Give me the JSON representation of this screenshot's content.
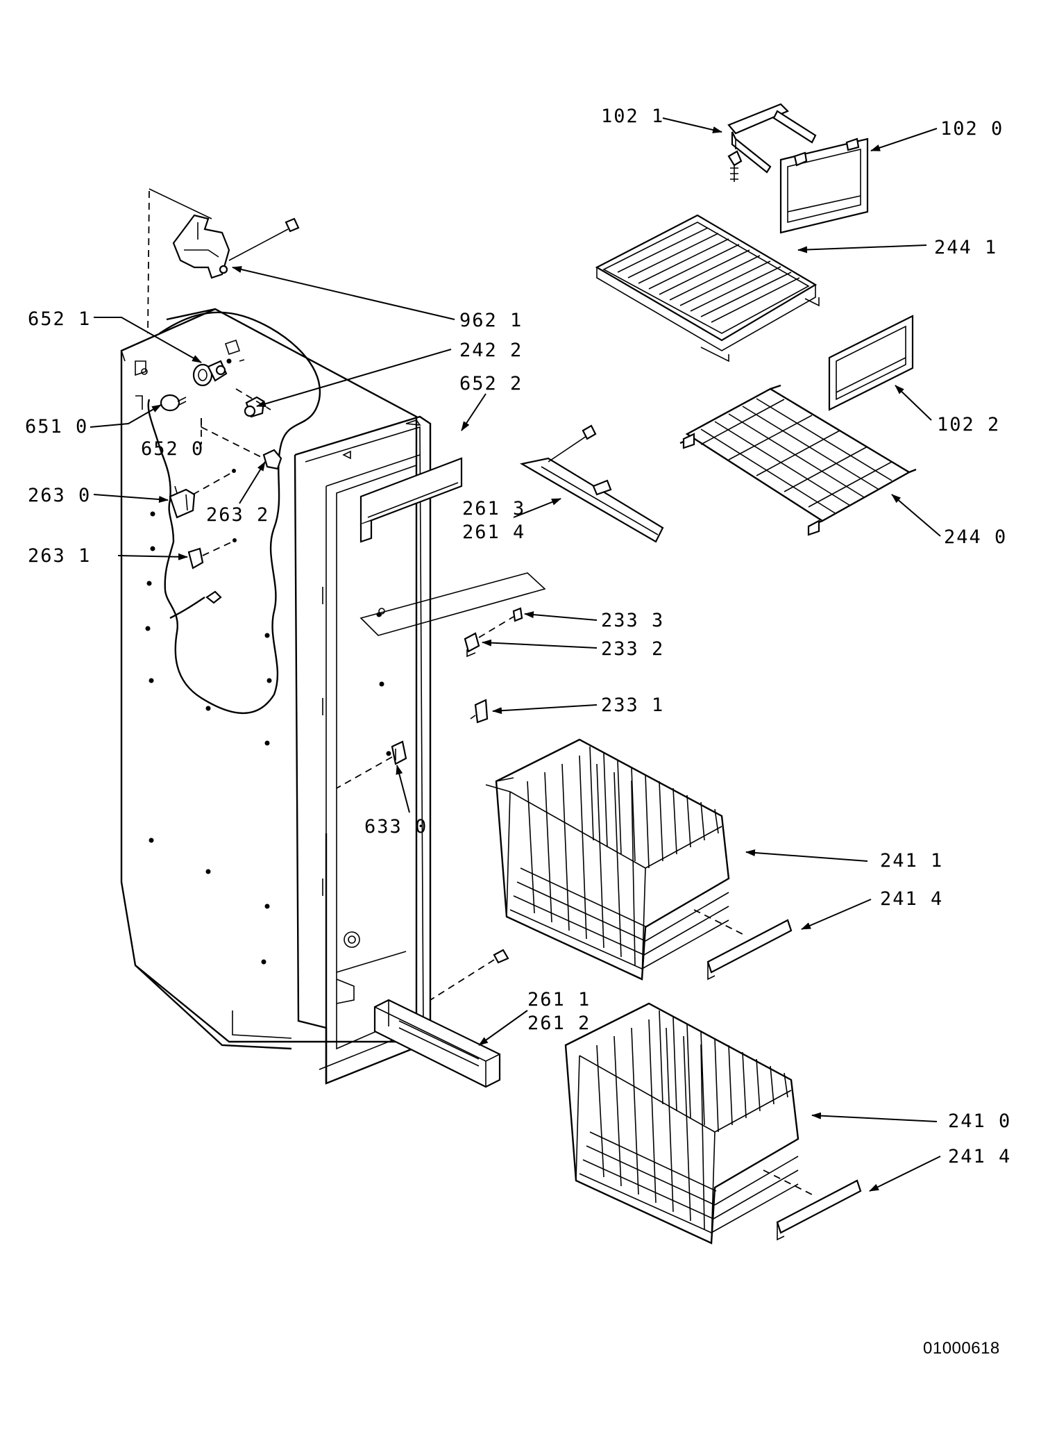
{
  "diagram": {
    "document_number": "01000618",
    "callouts": [
      {
        "id": "c102-1",
        "text": "102 1"
      },
      {
        "id": "c102-0",
        "text": "102 0"
      },
      {
        "id": "c244-1",
        "text": "244 1"
      },
      {
        "id": "c962-1",
        "text": "962 1"
      },
      {
        "id": "c652-1",
        "text": "652 1"
      },
      {
        "id": "c242-2",
        "text": "242 2"
      },
      {
        "id": "c652-2",
        "text": "652 2"
      },
      {
        "id": "c651-0",
        "text": "651 0"
      },
      {
        "id": "c652-0",
        "text": "652 0"
      },
      {
        "id": "c102-2",
        "text": "102 2"
      },
      {
        "id": "c263-0",
        "text": "263 0"
      },
      {
        "id": "c263-2",
        "text": "263 2"
      },
      {
        "id": "c261-3",
        "text": "261 3"
      },
      {
        "id": "c261-4",
        "text": "261 4"
      },
      {
        "id": "c244-0",
        "text": "244 0"
      },
      {
        "id": "c263-1",
        "text": "263 1"
      },
      {
        "id": "c233-3",
        "text": "233 3"
      },
      {
        "id": "c233-2",
        "text": "233 2"
      },
      {
        "id": "c233-1",
        "text": "233 1"
      },
      {
        "id": "c633-0",
        "text": "633 0"
      },
      {
        "id": "c241-1",
        "text": "241 1"
      },
      {
        "id": "c241-4a",
        "text": "241 4"
      },
      {
        "id": "c261-1",
        "text": "261 1"
      },
      {
        "id": "c261-2",
        "text": "261 2"
      },
      {
        "id": "c241-0",
        "text": "241 0"
      },
      {
        "id": "c241-4b",
        "text": "241 4"
      }
    ]
  }
}
